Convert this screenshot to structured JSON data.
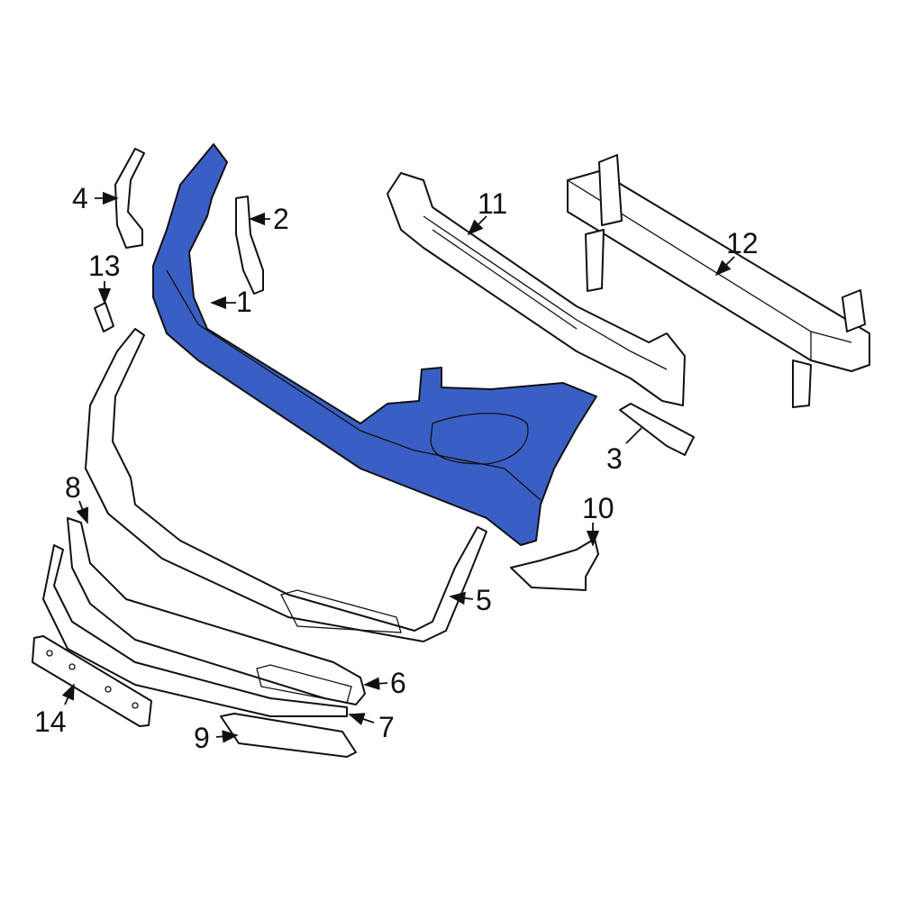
{
  "colors": {
    "highlight": "#3a5fc4",
    "outline": "#111111",
    "background": "#ffffff"
  },
  "callouts": [
    {
      "id": "c1",
      "number": "1"
    },
    {
      "id": "c2",
      "number": "2"
    },
    {
      "id": "c3",
      "number": "3"
    },
    {
      "id": "c4",
      "number": "4"
    },
    {
      "id": "c5",
      "number": "5"
    },
    {
      "id": "c6",
      "number": "6"
    },
    {
      "id": "c7",
      "number": "7"
    },
    {
      "id": "c8",
      "number": "8"
    },
    {
      "id": "c9",
      "number": "9"
    },
    {
      "id": "c10",
      "number": "10"
    },
    {
      "id": "c11",
      "number": "11"
    },
    {
      "id": "c12",
      "number": "12"
    },
    {
      "id": "c13",
      "number": "13"
    },
    {
      "id": "c14",
      "number": "14"
    }
  ]
}
